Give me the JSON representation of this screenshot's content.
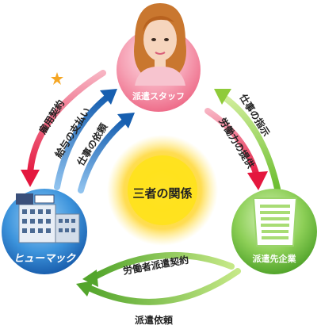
{
  "center": {
    "title": "三者の関係"
  },
  "nodes": {
    "staff": {
      "label": "派遣スタッフ"
    },
    "agency": {
      "logo_text": "ヒューマック"
    },
    "client": {
      "label": "派遣先企業"
    }
  },
  "arrows": {
    "employment_contract": "雇用契約",
    "salary_payment": "給与の支払い",
    "job_request": "仕事の依頼",
    "work_instruction": "仕事の指示",
    "labor_provision": "労働力の提供",
    "dispatch_contract": "労働者派遣契約",
    "dispatch_request": "派遣依頼"
  },
  "colors": {
    "red_arrow": "#e8294f",
    "blue_arrow": "#1e6fbf",
    "green_arrow": "#5fb135",
    "lime_arrow": "#9ccc2e",
    "staff_circle": "#f3809a",
    "agency_circle": "#2378c8",
    "client_circle": "#74c040",
    "sun": "#ffd21a"
  }
}
